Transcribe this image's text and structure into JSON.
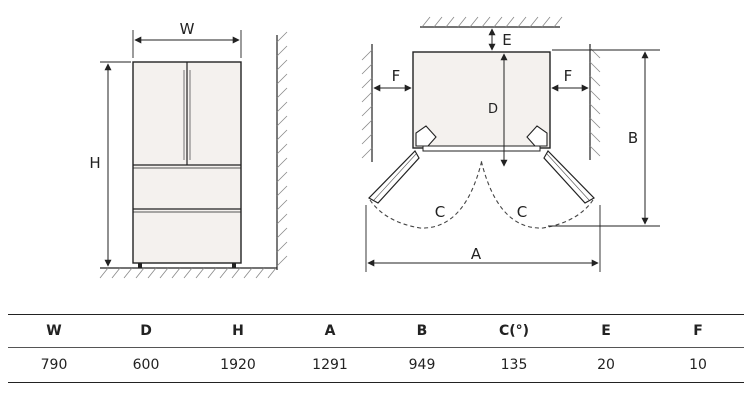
{
  "diagram": {
    "front_labels": {
      "width": "W",
      "height": "H"
    },
    "top_labels": {
      "clearance_top": "E",
      "clearance_side_left": "F",
      "clearance_side_right": "F",
      "depth": "D",
      "depth_open": "B",
      "arc_left": "C",
      "arc_right": "C",
      "width_open": "A"
    }
  },
  "table": {
    "headers": [
      "W",
      "D",
      "H",
      "A",
      "B",
      "C(°)",
      "E",
      "F"
    ],
    "values": [
      "790",
      "600",
      "1920",
      "1291",
      "949",
      "135",
      "20",
      "10"
    ]
  },
  "colors": {
    "line": "#222222",
    "fridge_fill": "#f4f1ee",
    "hatch": "#888888"
  }
}
